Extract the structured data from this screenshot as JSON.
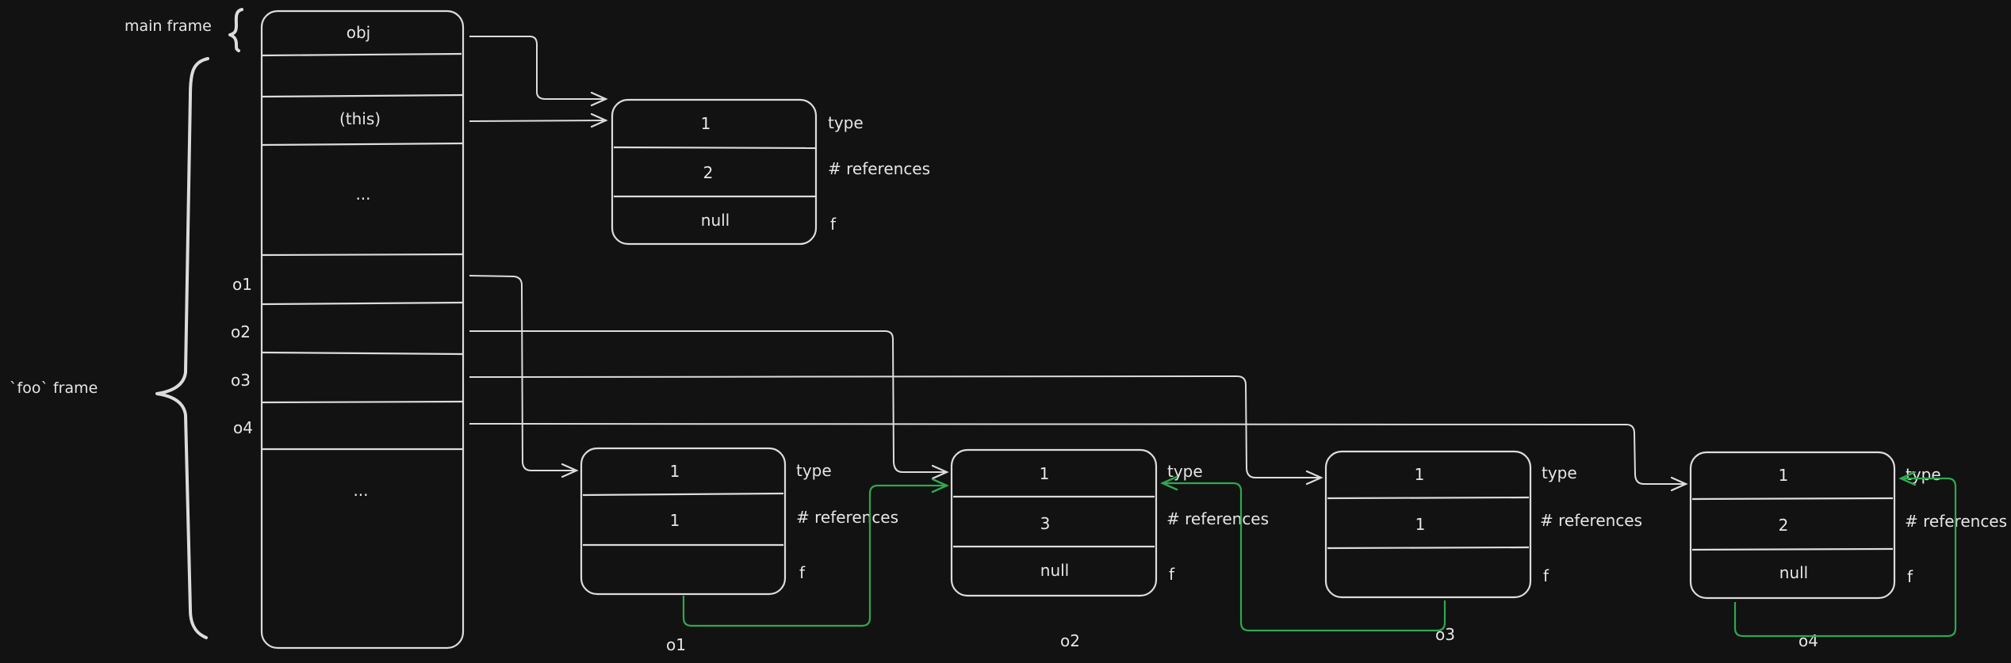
{
  "frames": {
    "main": "main frame",
    "foo": "`foo` frame"
  },
  "stack": {
    "obj": "obj",
    "this": "(this)",
    "ellipsis_top": "...",
    "ellipsis_bottom": "...",
    "var_o1": "o1",
    "var_o2": "o2",
    "var_o3": "o3",
    "var_o4": "o4"
  },
  "objects": {
    "shared": {
      "type": "1",
      "references": "2",
      "f": "null"
    },
    "o1": {
      "type": "1",
      "references": "1",
      "f": "",
      "name": "o1"
    },
    "o2": {
      "type": "1",
      "references": "3",
      "f": "null",
      "name": "o2"
    },
    "o3": {
      "type": "1",
      "references": "1",
      "f": "",
      "name": "o3"
    },
    "o4": {
      "type": "1",
      "references": "2",
      "f": "null",
      "name": "o4"
    }
  },
  "field_labels": {
    "type": "type",
    "references": "# references",
    "f": "f"
  },
  "colors": {
    "background": "#121212",
    "stroke": "#dcdcdc",
    "text": "#e6e6e6",
    "f_link": "#2fa84f"
  }
}
